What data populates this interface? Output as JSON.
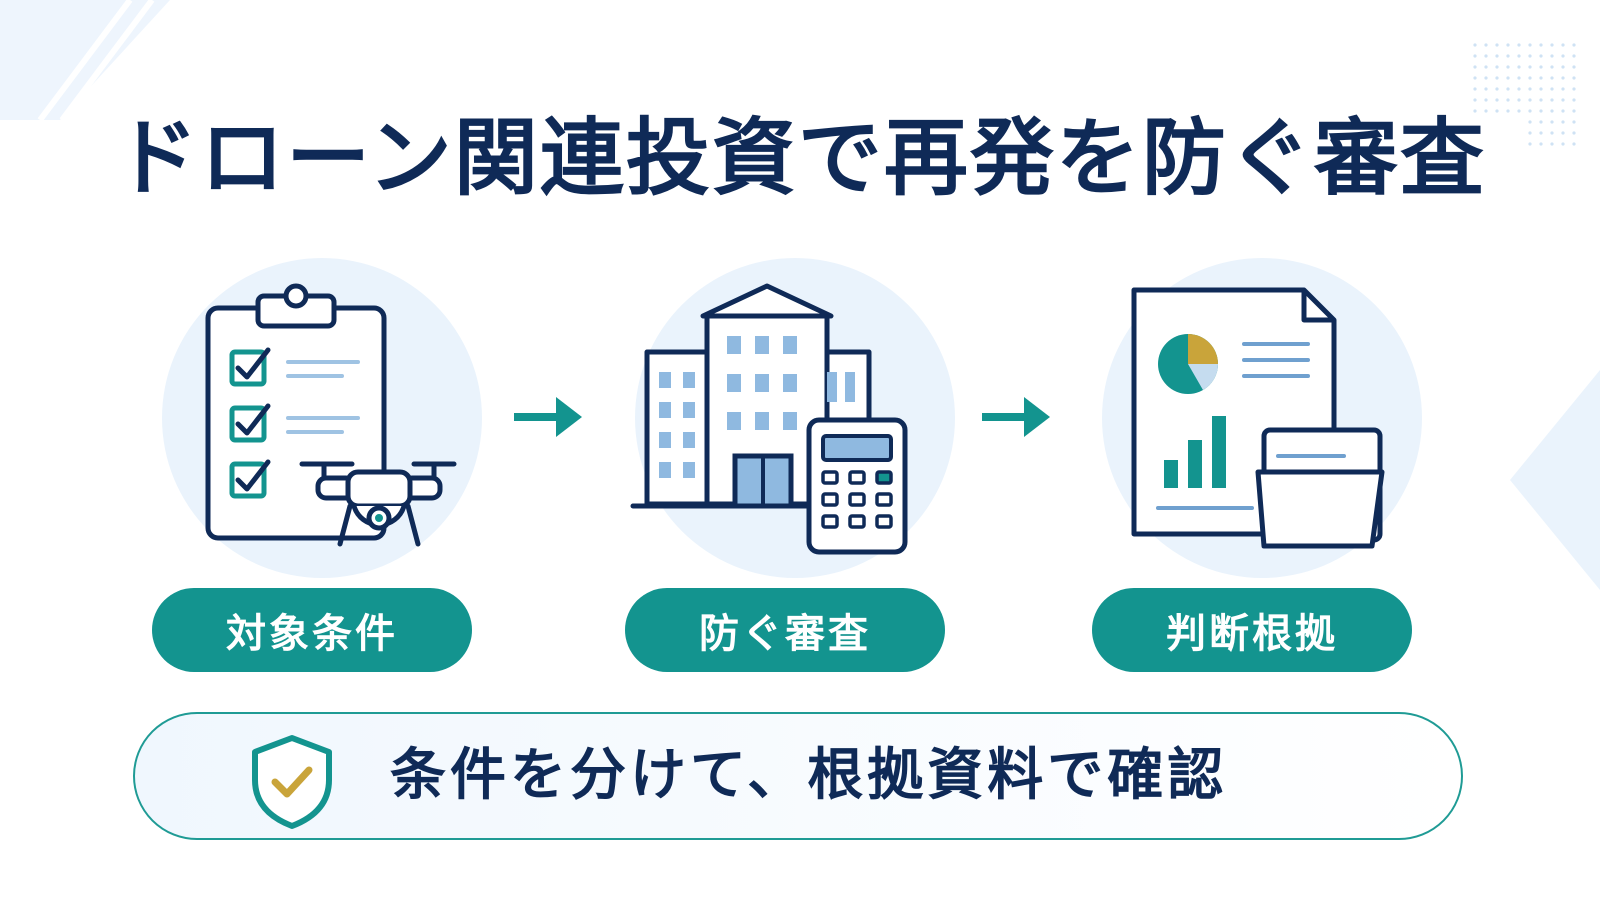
{
  "title": "ドローン関連投資で再発を防ぐ審査",
  "steps": [
    {
      "label": "対象条件",
      "icon": "clipboard-drone-icon"
    },
    {
      "label": "防ぐ審査",
      "icon": "building-calculator-icon"
    },
    {
      "label": "判断根拠",
      "icon": "report-folder-icon"
    }
  ],
  "arrows": [
    "arrow-right-icon",
    "arrow-right-icon"
  ],
  "summary": {
    "text": "条件を分けて、根拠資料で確認",
    "icon": "shield-check-icon"
  },
  "colors": {
    "navy": "#0f2a57",
    "teal": "#13948f",
    "light_blue": "#eaf3fc",
    "accent_gold": "#c9a43a"
  }
}
